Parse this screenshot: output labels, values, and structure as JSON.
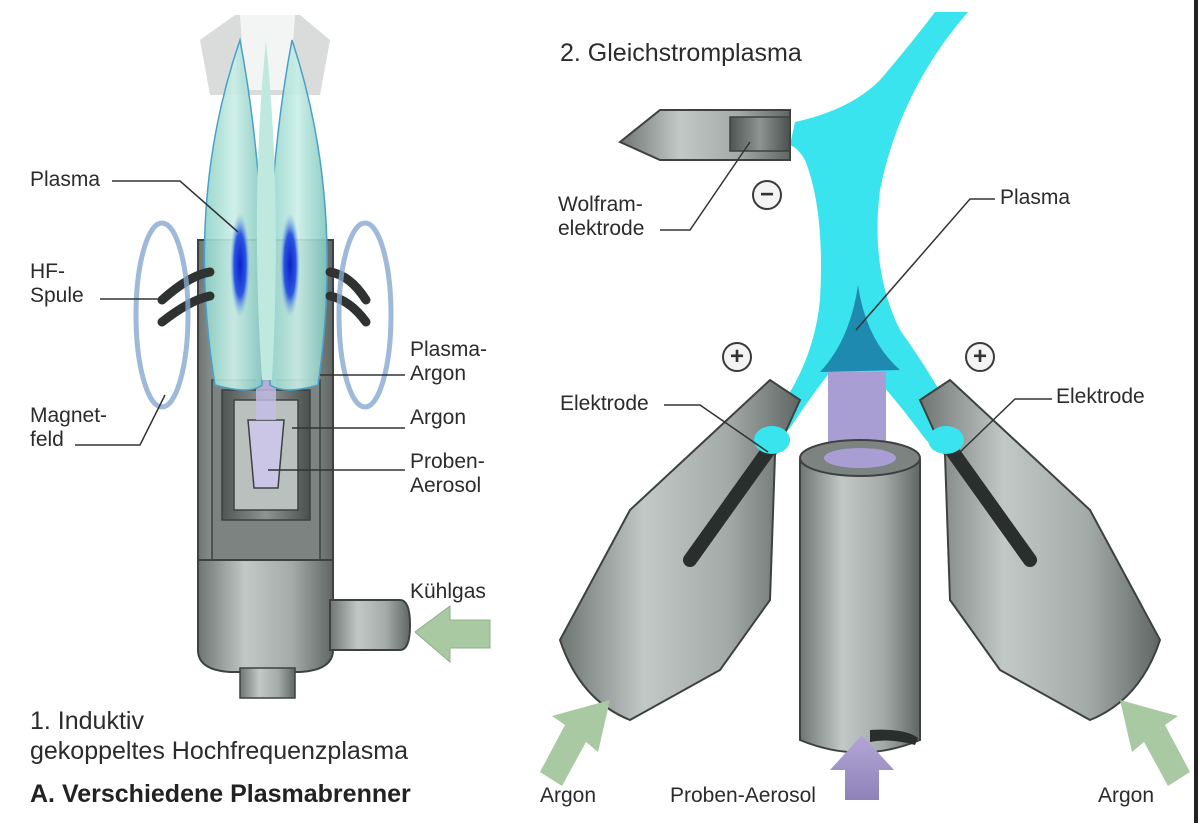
{
  "caption": "A. Verschiedene Plasmabrenner",
  "left_panel": {
    "title": "1. Induktiv\ngekoppeltes Hochfrequenzplasma",
    "labels": {
      "plasma": "Plasma",
      "hf_spule": "HF-\nSpule",
      "magnetfeld": "Magnet-\nfeld",
      "plasma_argon": "Plasma-\nArgon",
      "argon": "Argon",
      "proben_aerosol": "Proben-\nAerosol",
      "kuehlgas": "Kühlgas"
    }
  },
  "right_panel": {
    "title": "2. Gleichstromplasma",
    "labels": {
      "wolfram": "Wolfram-\nelektrode",
      "plasma": "Plasma",
      "elektrode_left": "Elektrode",
      "elektrode_right": "Elektrode",
      "argon_left": "Argon",
      "argon_right": "Argon",
      "proben_aerosol": "Proben-Aerosol"
    },
    "signs": {
      "minus": "−",
      "plus_left": "+",
      "plus_right": "+"
    }
  },
  "colors": {
    "plasma_cyan": "#39e4ee",
    "plasma_core_blue": "#1f8ab0",
    "plasma_hot_blue": "#1238d6",
    "metal_gray": "#9aa2a0",
    "arrow_green": "#a8c9a1",
    "arrow_purple": "#9b8fc0",
    "field_blue": "#86a8cf"
  }
}
